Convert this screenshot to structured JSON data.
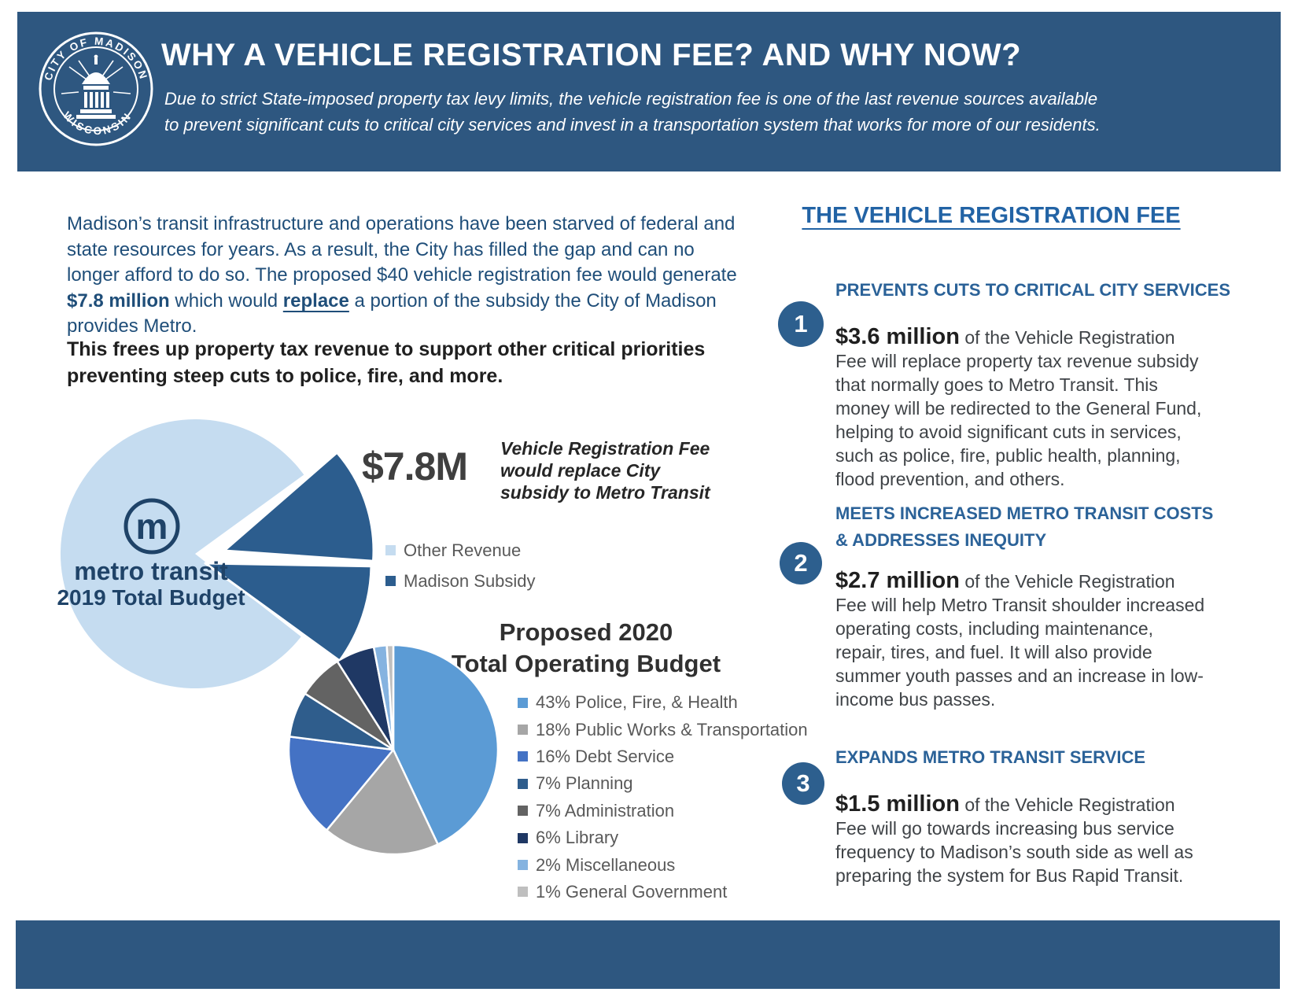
{
  "header": {
    "title": "WHY A VEHICLE REGISTRATION FEE? AND WHY NOW?",
    "subtitle_line1": "Due to strict State-imposed property tax levy limits, the vehicle registration fee is one of the last revenue sources available",
    "subtitle_line2": "to prevent significant cuts to critical city services and invest in a transportation system that works for more of our residents.",
    "seal_text_top": "CITY OF MADISON",
    "seal_text_bottom": "WISCONSIN",
    "band_color": "#2E5780"
  },
  "intro": {
    "p_a": "Madison’s transit infrastructure and operations have been starved of federal and state resources for years. As a result, the City has filled the gap and can no longer afford to do so. The proposed $40 vehicle registration fee would generate ",
    "p_bold": "$7.8 million",
    "p_b": " which would ",
    "p_underline": "replace",
    "p_c": " a portion of the subsidy the City of Madison provides Metro.",
    "emphasis": "This frees up property tax revenue to support other critical priorities preventing steep cuts to police, fire, and more."
  },
  "pie1": {
    "big_value": "$7.8M",
    "callout": "Vehicle Registration Fee would replace City subsidy to Metro Transit",
    "logo_letter": "m",
    "logo_name": "metro transit",
    "logo_caption": "2019 Total Budget",
    "legend": [
      "Other Revenue",
      "Madison Subsidy"
    ]
  },
  "pie2": {
    "title_line1": "Proposed 2020",
    "title_line2": "Total Operating Budget",
    "legend": [
      "43% Police, Fire, & Health",
      "18% Public Works & Transportation",
      "16% Debt Service",
      "7% Planning",
      "7% Administration",
      "6% Library",
      "2% Miscellaneous",
      "1% General Government"
    ]
  },
  "right": {
    "title": "THE VEHICLE REGISTRATION FEE",
    "items": [
      {
        "num": "1",
        "heading": "PREVENTS CUTS TO CRITICAL CITY SERVICES",
        "heading_line2": "",
        "amount": "$3.6 million",
        "body": " of the Vehicle Registration Fee will replace property tax revenue subsidy that normally goes to Metro Transit.  This money will be redirected to the General Fund, helping to avoid significant cuts in services, such as police, fire, public health, planning, flood prevention, and others."
      },
      {
        "num": "2",
        "heading": "MEETS INCREASED METRO TRANSIT COSTS",
        "heading_line2": "& ADDRESSES INEQUITY",
        "amount": "$2.7 million",
        "body": " of the Vehicle Registration Fee will help Metro Transit shoulder increased operating costs, including maintenance, repair, tires, and fuel. It will also provide summer youth passes and an increase in low-income bus passes."
      },
      {
        "num": "3",
        "heading": "EXPANDS METRO TRANSIT SERVICE",
        "heading_line2": "",
        "amount": "$1.5 million",
        "body": " of the Vehicle Registration Fee will go towards increasing bus service frequency to Madison’s south side as well as preparing the system for Bus Rapid Transit."
      }
    ]
  },
  "chart_data": [
    {
      "type": "pie",
      "title": "metro transit 2019 Total Budget",
      "slices": [
        {
          "label": "Other Revenue",
          "pct": 78,
          "color": "#C5DCF0"
        },
        {
          "label": "Madison Subsidy",
          "pct": 22,
          "color": "#2C5D8E"
        }
      ],
      "annotation_value": "$7.8M",
      "annotation_text": "Vehicle Registration Fee would replace City subsidy to Metro Transit",
      "legend_position": "right"
    },
    {
      "type": "pie",
      "title": "Proposed 2020 Total Operating Budget",
      "start_angle_deg": 90,
      "direction": "clockwise",
      "slices": [
        {
          "label": "Police, Fire, & Health",
          "pct": 43,
          "color": "#5B9BD5"
        },
        {
          "label": "Public Works & Transportation",
          "pct": 18,
          "color": "#A6A6A6"
        },
        {
          "label": "Debt Service",
          "pct": 16,
          "color": "#4472C4"
        },
        {
          "label": "Planning",
          "pct": 7,
          "color": "#2F5D8C"
        },
        {
          "label": "Administration",
          "pct": 7,
          "color": "#636363"
        },
        {
          "label": "Library",
          "pct": 6,
          "color": "#1F3864"
        },
        {
          "label": "Miscellaneous",
          "pct": 2,
          "color": "#85B3E0"
        },
        {
          "label": "General Government",
          "pct": 1,
          "color": "#BFBFBF"
        }
      ],
      "legend_position": "right"
    }
  ]
}
